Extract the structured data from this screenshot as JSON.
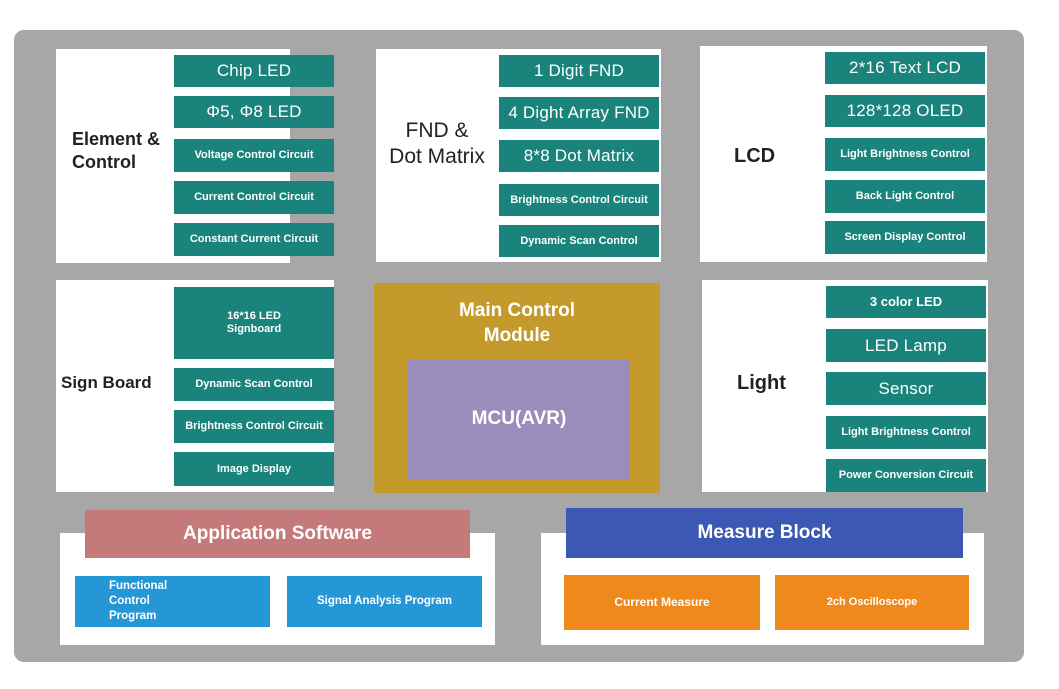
{
  "colors": {
    "teal": "#1a847c",
    "gold": "#c59a2c",
    "purple": "#9b8dbb",
    "rose": "#c47a7a",
    "navy": "#3b58b5",
    "blue": "#2596d6",
    "orange": "#f0891c",
    "frame": "#a7a7a7"
  },
  "element_control": {
    "label": "Element & Control",
    "items": [
      "Chip LED",
      "Φ5, Φ8 LED",
      "Voltage Control Circuit",
      "Current Control Circuit",
      "Constant Current Circuit"
    ]
  },
  "fnd": {
    "label": "FND & Dot Matrix",
    "items": [
      "1 Digit FND",
      "4 Dight Array FND",
      "8*8 Dot Matrix",
      "Brightness Control Circuit",
      "Dynamic Scan Control"
    ]
  },
  "lcd": {
    "label": "LCD",
    "items": [
      "2*16 Text LCD",
      "128*128 OLED",
      "Light Brightness Control",
      "Back Light Control",
      "Screen Display Control"
    ]
  },
  "sign_board": {
    "label": "Sign Board",
    "items": [
      "16*16 LED Signboard",
      "Dynamic Scan Control",
      "Brightness Control Circuit",
      "Image Display"
    ]
  },
  "main_control": {
    "title": "Main Control Module",
    "mcu": "MCU(AVR)"
  },
  "light": {
    "label": "Light",
    "items": [
      "3 color LED",
      "LED Lamp",
      "Sensor",
      "Light Brightness Control",
      "Power Conversion Circuit"
    ]
  },
  "application_software": {
    "title": "Application Software",
    "items": [
      "Functional Control Program",
      "Signal Analysis Program"
    ]
  },
  "measure_block": {
    "title": "Measure Block",
    "items": [
      "Current Measure",
      "2ch Oscilloscope"
    ]
  }
}
